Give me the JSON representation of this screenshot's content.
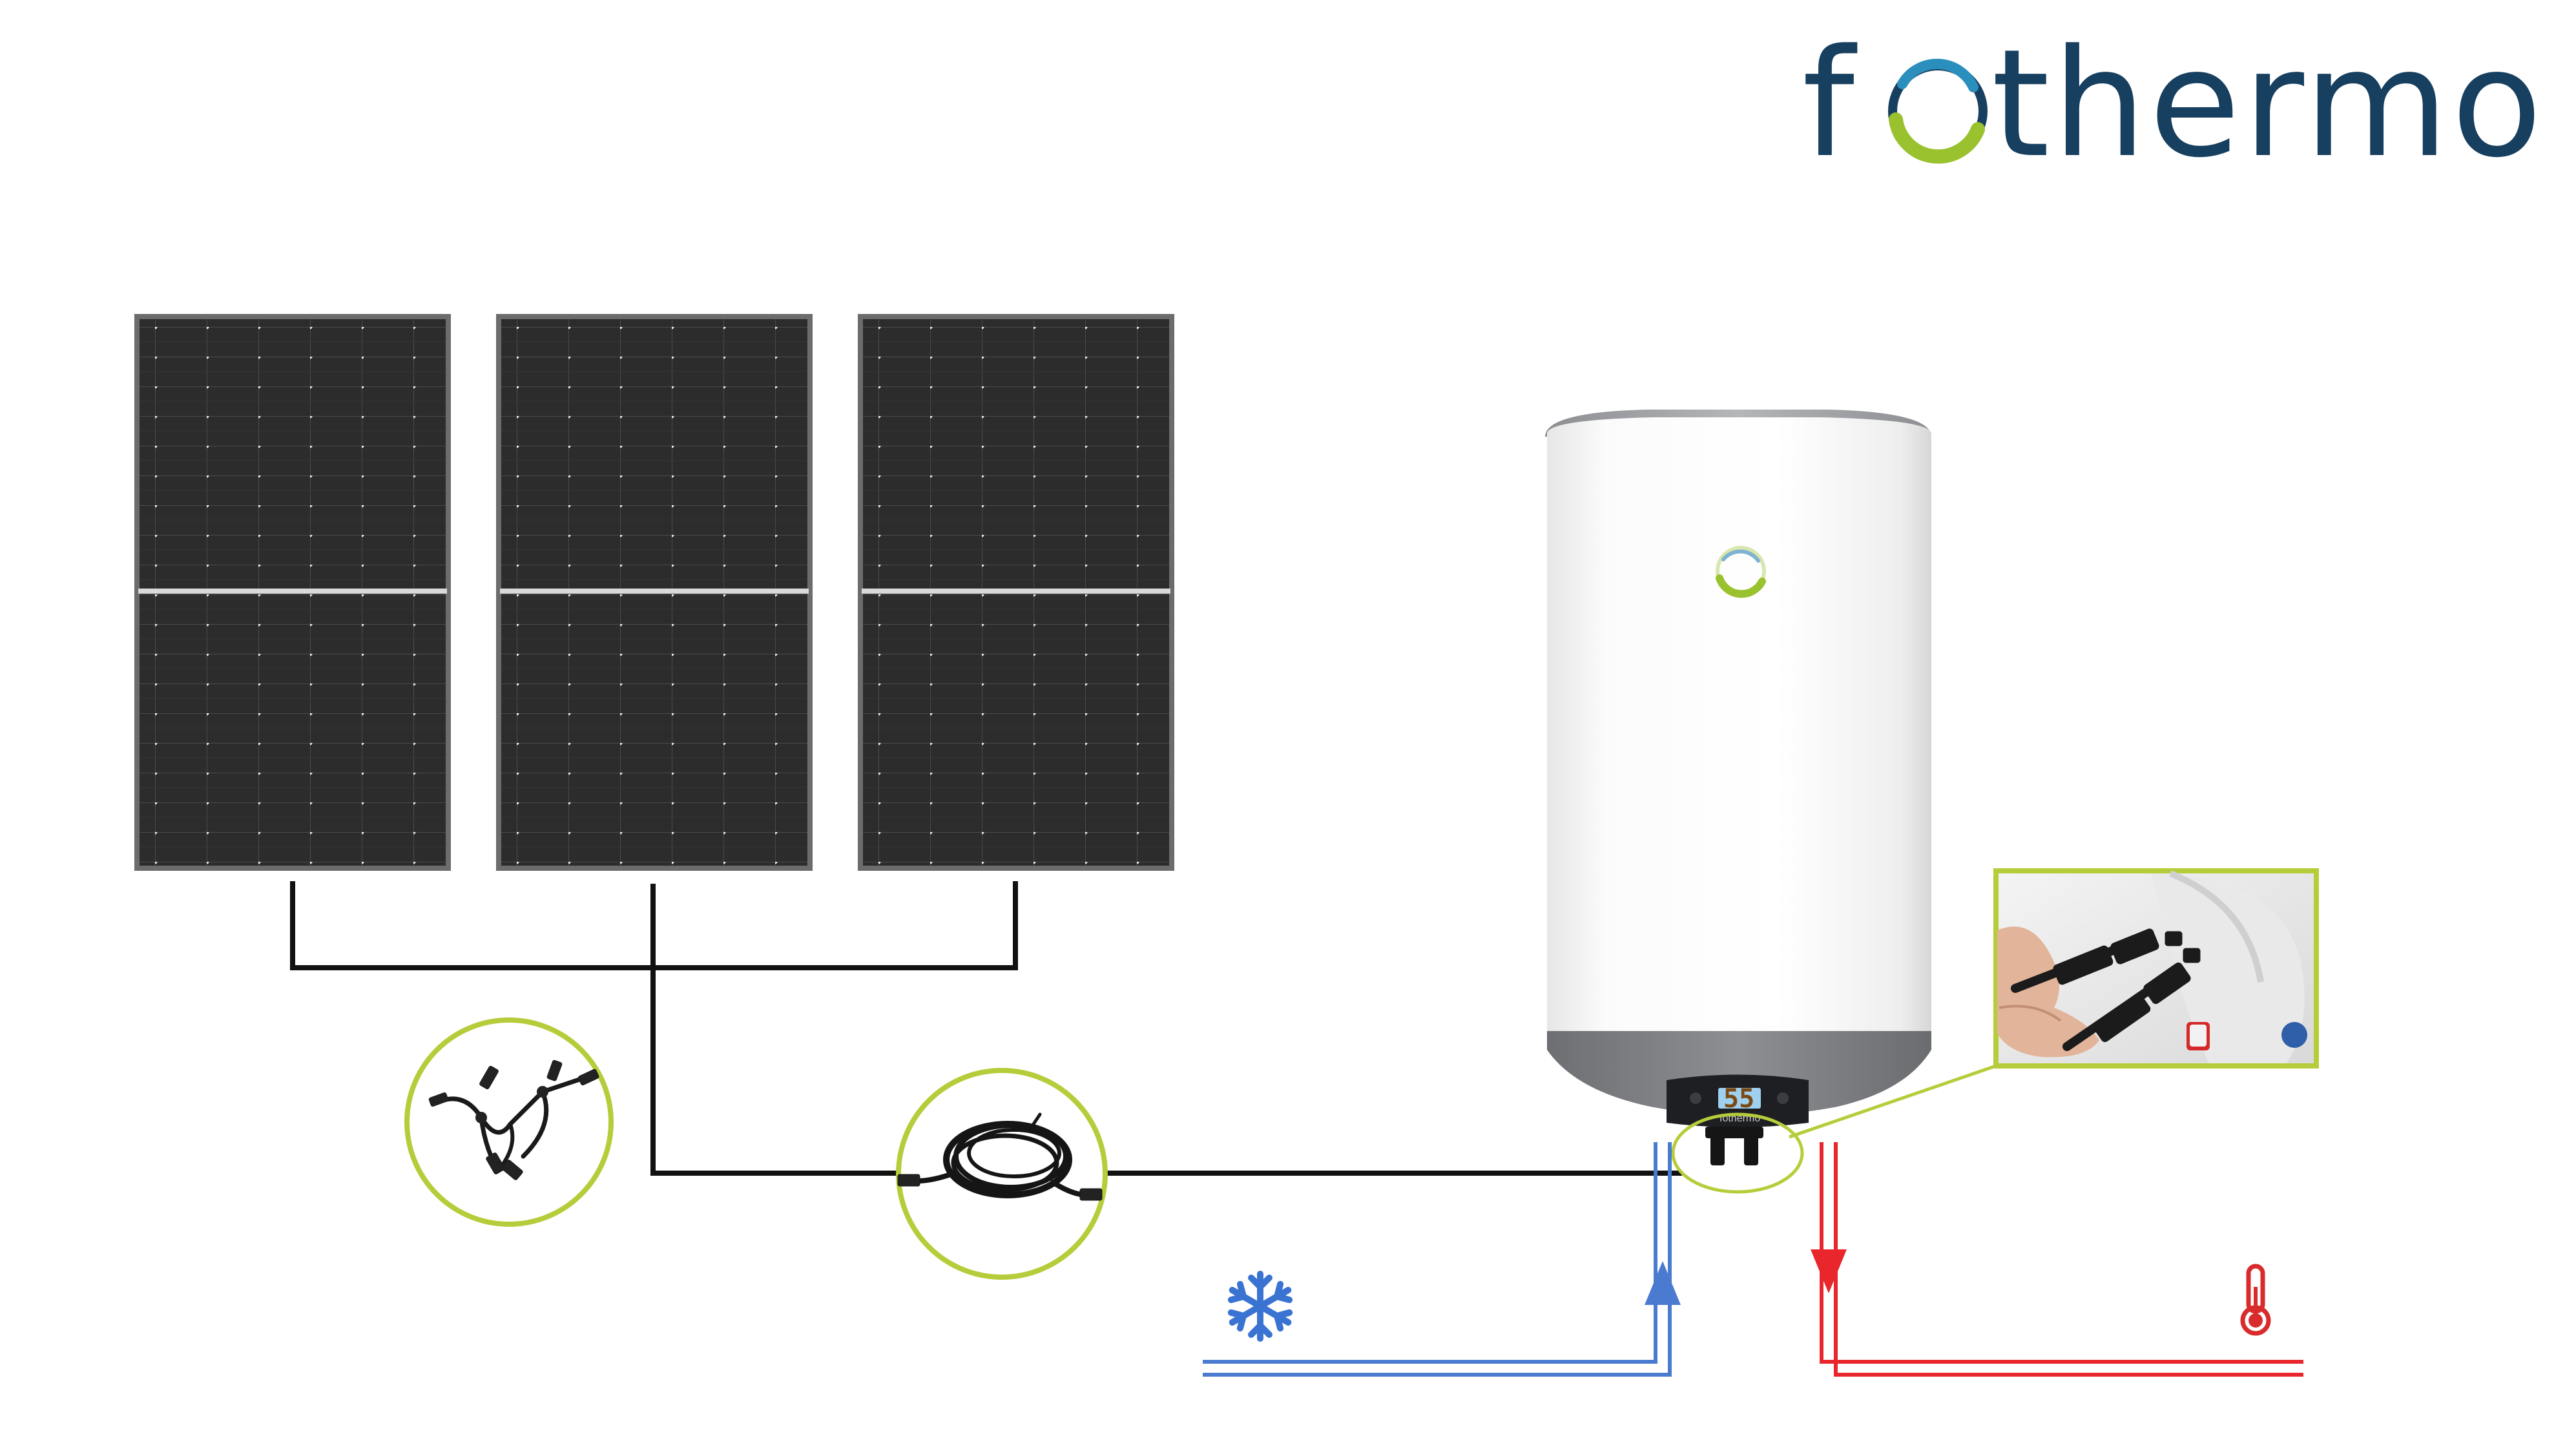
{
  "logo": {
    "brand_name": "fothermo",
    "text_before": "f",
    "text_after": "thermo",
    "ring_colors": [
      "#2a8fbd",
      "#9ac12e",
      "#173f5f"
    ],
    "text_color": "#173f5f"
  },
  "heater": {
    "display_value": "55",
    "label_brand": "fothermo"
  },
  "solar_panels": [
    {
      "id": "panel-1"
    },
    {
      "id": "panel-2"
    },
    {
      "id": "panel-3"
    }
  ],
  "accessories": [
    {
      "name": "y-branch-connector-cable",
      "ring_color": "#b7cc3a"
    },
    {
      "name": "mc4-extension-cable",
      "ring_color": "#b7cc3a"
    }
  ],
  "pipes": {
    "cold_water": {
      "color": "#4a7bd0",
      "icon": "snowflake-icon",
      "flow": "up"
    },
    "hot_water": {
      "color": "#e8262b",
      "icon": "thermometer-icon",
      "flow": "down"
    }
  },
  "colors": {
    "accent": "#b7cc3a",
    "wire": "#111111",
    "panel": "#2d2d2d"
  }
}
